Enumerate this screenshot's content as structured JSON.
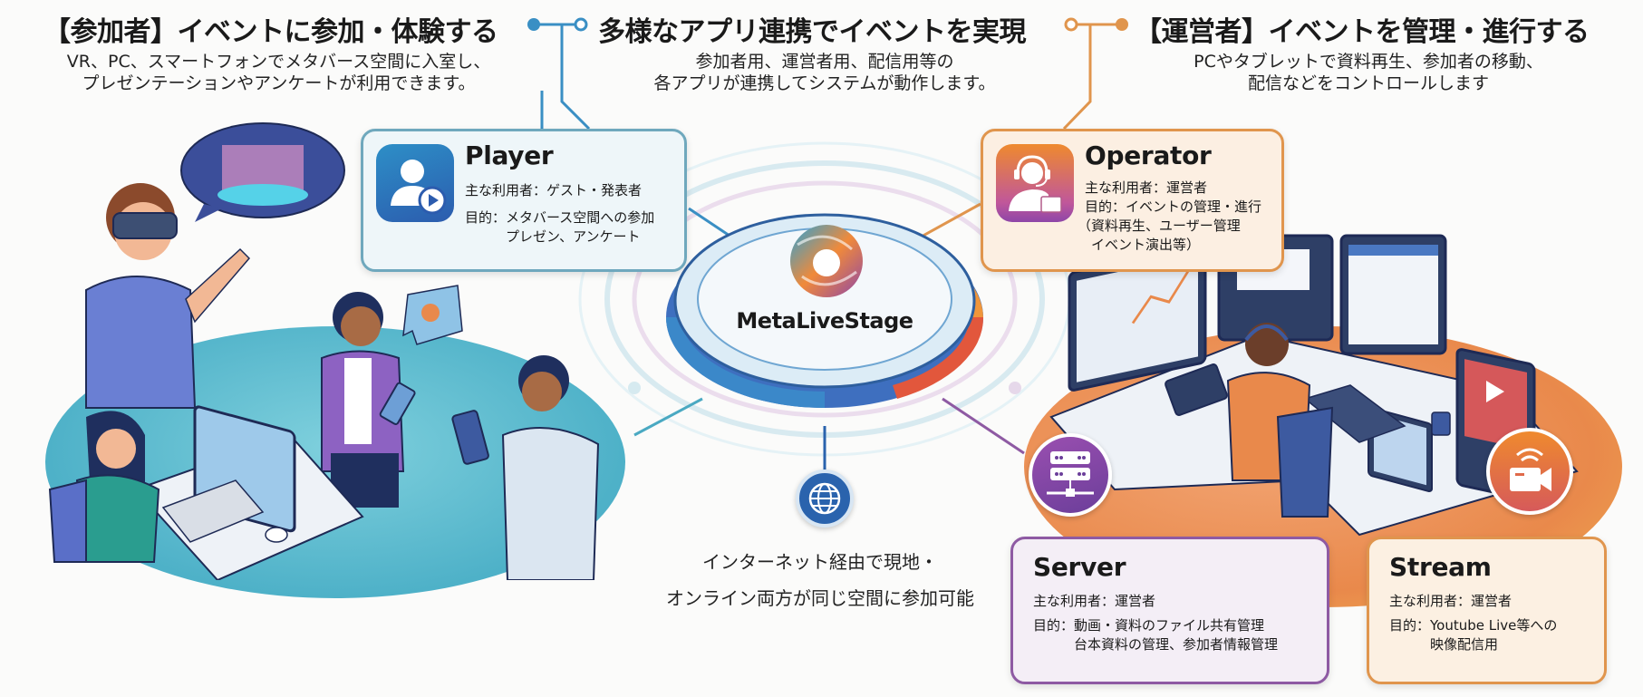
{
  "header": {
    "left": {
      "title": "【参加者】イベントに参加・体験する",
      "subtitle_lines": [
        "VR、PC、スマートフォンでメタバース空間に入室し、",
        "プレゼンテーションやアンケートが利用できます。"
      ]
    },
    "center": {
      "title": "多様なアプリ連携でイベントを実現",
      "subtitle_lines": [
        "参加者用、運営者用、配信用等の",
        "各アプリが連携してシステムが動作します。"
      ]
    },
    "right": {
      "title": "【運営者】イベントを管理・進行する",
      "subtitle_lines": [
        "PCやタブレットで資料再生、参加者の移動、",
        "配信などをコントロールします"
      ]
    }
  },
  "hub": {
    "name": "MetaLiveStage",
    "icon": "swirl-logo-icon"
  },
  "apps": {
    "player": {
      "name": "Player",
      "icon": "user-play-icon",
      "lines": [
        "主な利用者：ゲスト・発表者",
        "目的：メタバース空間への参加",
        "　　　プレゼン、アンケート"
      ]
    },
    "operator": {
      "name": "Operator",
      "icon": "headset-operator-icon",
      "lines": [
        "主な利用者：運営者",
        "目的：イベントの管理・進行",
        "（資料再生、ユーザー管理",
        "　イベント演出等）"
      ]
    },
    "server": {
      "name": "Server",
      "icon": "server-network-icon",
      "lines": [
        "主な利用者：運営者",
        "目的：動画・資料のファイル共有管理",
        "　　　台本資料の管理、参加者情報管理"
      ]
    },
    "stream": {
      "name": "Stream",
      "icon": "video-broadcast-icon",
      "lines": [
        "主な利用者：運営者",
        "目的：Youtube Live等への",
        "　　　映像配信用"
      ]
    }
  },
  "internet": {
    "icon": "globe-icon",
    "caption_lines": [
      "インターネット経由で現地・",
      "オンライン両方が同じ空間に参加可能"
    ]
  },
  "colors": {
    "participant_accent": "#3a8fc4",
    "operator_accent": "#e0954d",
    "server_accent": "#8e5aa3",
    "globe_blue": "#2a63ad"
  }
}
